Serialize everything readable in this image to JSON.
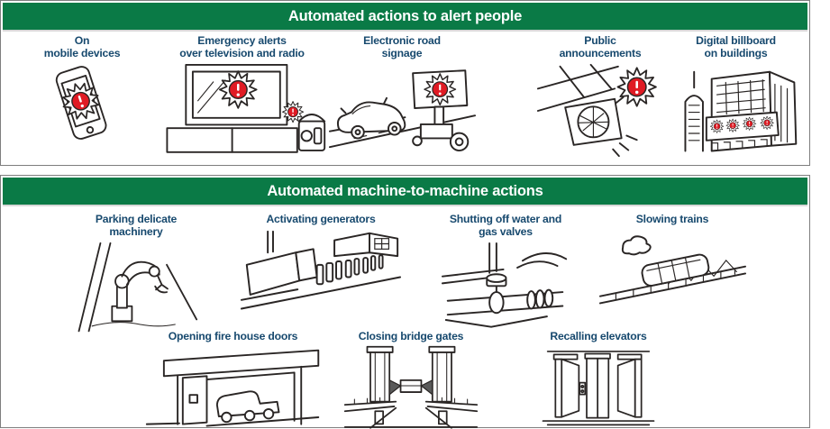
{
  "palette": {
    "green": "#0a7a46",
    "navy": "#17496e",
    "red": "#e01b24",
    "line": "#2a2625",
    "panel_border": "#7e7e7e"
  },
  "section_alert": {
    "title": "Automated actions to alert people",
    "items": [
      {
        "label": "On\nmobile devices",
        "icon": "mobile-phone-icon"
      },
      {
        "label": "Emergency alerts\nover television and radio",
        "icon": "television-and-radio-icon"
      },
      {
        "label": "Electronic road\nsignage",
        "icon": "road-signage-icon"
      },
      {
        "label": "Public\nannouncements",
        "icon": "public-address-speaker-icon"
      },
      {
        "label": "Digital billboard\non buildings",
        "icon": "digital-billboard-icon"
      }
    ]
  },
  "section_m2m": {
    "title": "Automated machine-to-machine actions",
    "row1": [
      {
        "label": "Parking delicate\nmachinery",
        "icon": "robotic-arm-icon"
      },
      {
        "label": "Activating generators",
        "icon": "generators-icon"
      },
      {
        "label": "Shutting off water and\ngas valves",
        "icon": "pipe-valve-icon"
      },
      {
        "label": "Slowing trains",
        "icon": "train-icon"
      }
    ],
    "row2": [
      {
        "label": "Opening fire house doors",
        "icon": "fire-house-doors-icon"
      },
      {
        "label": "Closing bridge gates",
        "icon": "bridge-gates-icon"
      },
      {
        "label": "Recalling elevators",
        "icon": "elevators-icon"
      }
    ]
  }
}
